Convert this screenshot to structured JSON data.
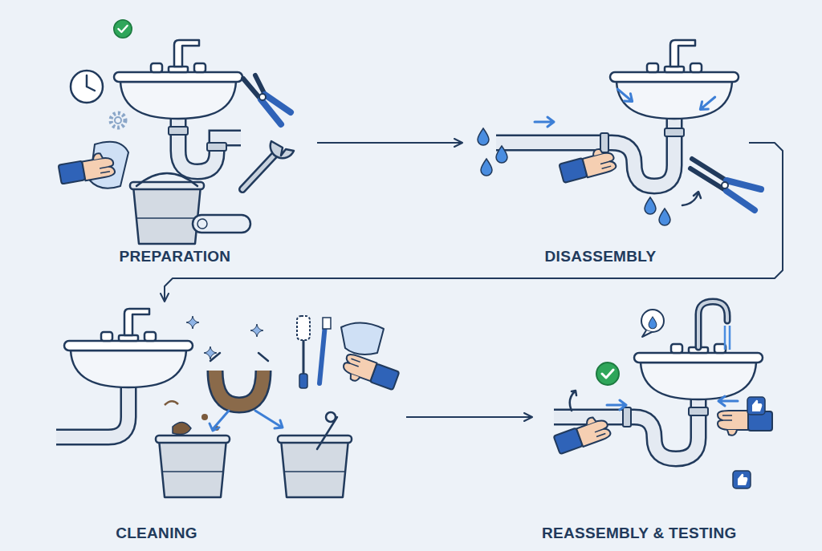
{
  "diagram": {
    "nodes": [
      {
        "text": [
          "PREPARATION"
        ]
      },
      {
        "text": [
          "DISASSEMBLY"
        ]
      },
      {
        "text": [
          "CLEANING"
        ]
      },
      {
        "text": [
          "REASSEMBLY & TESTING"
        ]
      }
    ],
    "edges": [
      {
        "from": 0,
        "to": 1,
        "arrow": "to"
      },
      {
        "from": 1,
        "to": 2,
        "arrow": "to"
      },
      {
        "from": 2,
        "to": 3,
        "arrow": "to"
      }
    ]
  }
}
